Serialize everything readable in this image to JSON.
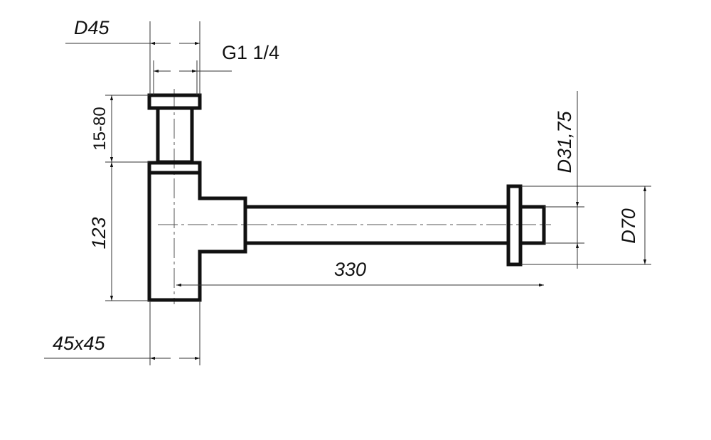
{
  "drawing": {
    "dimensions": {
      "outer_diameter_top": "D45",
      "thread": "G1 1/4",
      "adjustable_height": "15-80",
      "body_height": "123",
      "outlet_length": "330",
      "body_section": "45x45",
      "outlet_pipe_diameter": "D31,75",
      "flange_diameter": "D70"
    }
  }
}
